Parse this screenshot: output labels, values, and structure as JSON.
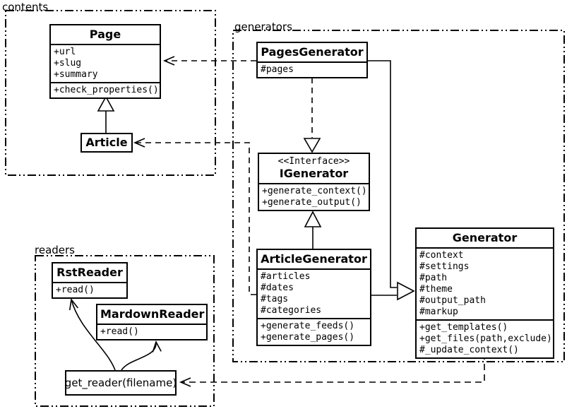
{
  "diagram": {
    "title_hint": "UML class diagram of a static-site generator (contents / generators / readers packages)",
    "colors": {
      "line": "#000000",
      "background": "#ffffff",
      "box_fill": "#ffffff",
      "text": "#000000"
    },
    "packages": [
      {
        "id": "contents",
        "label": "contents"
      },
      {
        "id": "generators",
        "label": "generators"
      },
      {
        "id": "readers",
        "label": "readers"
      }
    ],
    "classes": {
      "page": {
        "title": "Page",
        "attributes": [
          "+url",
          "+slug",
          "+summary"
        ],
        "methods": [
          "+check_properties()"
        ]
      },
      "article": {
        "title": "Article"
      },
      "pages_generator": {
        "title": "PagesGenerator",
        "attributes": [
          "#pages"
        ]
      },
      "igenerator": {
        "stereotype": "<<Interface>>",
        "title": "IGenerator",
        "methods": [
          "+generate_context()",
          "+generate_output()"
        ]
      },
      "article_generator": {
        "title": "ArticleGenerator",
        "attributes": [
          "#articles",
          "#dates",
          "#tags",
          "#categories"
        ],
        "methods": [
          "+generate_feeds()",
          "+generate_pages()"
        ]
      },
      "generator": {
        "title": "Generator",
        "attributes": [
          "#context",
          "#settings",
          "#path",
          "#theme",
          "#output_path",
          "#markup"
        ],
        "methods": [
          "+get_templates()",
          "+get_files(path,exclude)",
          "#_update_context()"
        ]
      },
      "rst_reader": {
        "title": "RstReader",
        "methods": [
          "+read()"
        ]
      },
      "mardown_reader": {
        "title": "MardownReader",
        "methods": [
          "+read()"
        ]
      },
      "get_reader": {
        "title": "get_reader(filename)"
      }
    },
    "relationships": [
      {
        "from": "Article",
        "to": "Page",
        "type": "generalization"
      },
      {
        "from": "PagesGenerator",
        "to": "Page",
        "type": "dependency-dashed"
      },
      {
        "from": "ArticleGenerator",
        "to": "Article",
        "type": "dependency-dashed"
      },
      {
        "from": "PagesGenerator",
        "to": "IGenerator",
        "type": "realization-dashed"
      },
      {
        "from": "ArticleGenerator",
        "to": "IGenerator",
        "type": "generalization"
      },
      {
        "from": "PagesGenerator",
        "to": "Generator",
        "type": "generalization"
      },
      {
        "from": "ArticleGenerator",
        "to": "Generator",
        "type": "generalization"
      },
      {
        "from": "Generator",
        "to": "get_reader(filename)",
        "type": "dependency-dashed"
      },
      {
        "from": "get_reader(filename)",
        "to": "RstReader",
        "type": "arrow"
      },
      {
        "from": "get_reader(filename)",
        "to": "MardownReader",
        "type": "arrow"
      }
    ]
  }
}
